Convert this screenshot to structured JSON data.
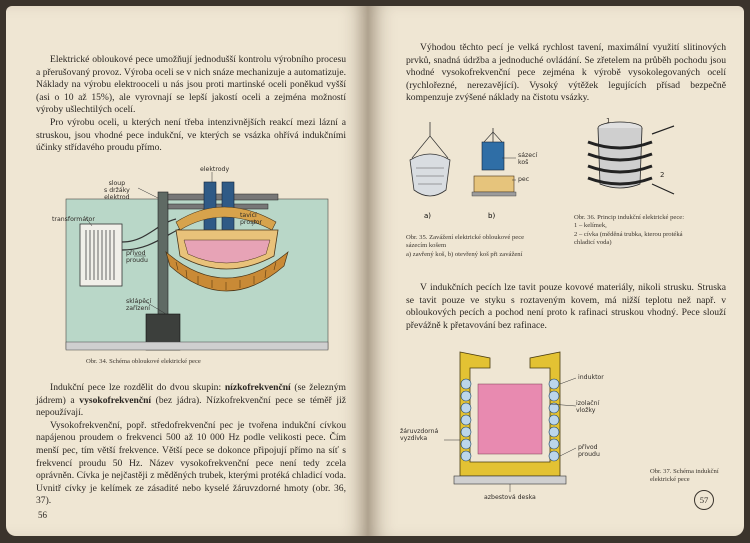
{
  "left_page": {
    "para1": "Elektrické obloukové pece umožňují jednodušší kontrolu výrobního procesu a přerušovaný provoz. Výroba oceli se v nich snáze mechanizuje a automatizuje. Náklady na výrobu elektrooceli u nás jsou proti martinské oceli poněkud vyšší (asi o 10 až 15%), ale vyrovnají se lepší jakostí oceli a zejména možností výroby ušlechtilých ocelí.",
    "para2": "Pro výrobu oceli, u kterých není třeba intenzivnějších reakcí mezi lázní a struskou, jsou vhodné pece indukční, ve kterých se vsázka ohřívá indukčními účinky střídavého proudu přímo.",
    "fig34": {
      "labels": {
        "elektrody": "elektrody",
        "sloup": "sloup\ns držáky\nelektrod",
        "transformator": "transformátor",
        "privod": "přívod\nproudu",
        "taveci": "tavicí\nprostor",
        "sklapeci": "sklápěcí\nzařízení"
      },
      "caption": "Obr. 34. Schéma obloukové elektrické pece"
    },
    "para3_pre": "Indukční pece lze rozdělit do dvou skupin: ",
    "para3_b1": "nízkofrekvenční",
    "para3_mid": " (se železným jádrem) a ",
    "para3_b2": "vysokofrekvenční",
    "para3_post": " (bez jádra). Nízkofrekvenční pece se téměř již nepoužívají.",
    "para4": "Vysokofrekvenční, popř. středofrekvenční pec je tvořena indukční cívkou napájenou proudem o frekvenci 500 až 10 000 Hz podle velikosti pece. Čím menší pec, tím větší frekvence. Větší pece se dokonce připojují přímo na síť s frekvencí proudu 50 Hz. Název vysokofrekvenční pece není tedy zcela oprávněn. Cívka je nejčastěji z měděných trubek, kterými protéká chladicí voda. Uvnitř cívky je kelímek ze zásadité nebo kyselé žáruvzdorné hmoty (obr. 36, 37).",
    "page_number": "56"
  },
  "right_page": {
    "para1": "Výhodou těchto pecí je velká rychlost tavení, maximální využití slitinových prvků, snadná údržba a jednoduché ovládání. Se zřetelem na průběh pochodu jsou vhodné vysokofrekvenční pece zejména k výrobě vysokolegovaných ocelí (rychlořezné, nerezavějící). Vysoký výtěžek legujících přísad bezpečně kompenzuje zvýšené náklady na čistotu vsázky.",
    "fig35": {
      "labels": {
        "sazeci_kos": "sázecí\nkoš",
        "pec": "pec",
        "a": "a)",
        "b": "b)"
      },
      "caption": "Obr. 35. Zavážení elektrické obloukové pece sázecím košem\na) zavřený koš, b) otevřený koš při zavážení"
    },
    "fig36": {
      "num1": "1",
      "num2": "2",
      "caption": "Obr. 36. Princip indukční elektrické pece:\n1 – kelímek,\n2 – cívka (měděná trubka, kterou protéká chladicí voda)"
    },
    "para2": "V indukčních pecích lze tavit pouze kovové materiály, nikoli strusku. Struska se tavit pouze ve styku s roztaveným kovem, má nižší teplotu než např. v obloukových pecích a pochod není proto k rafinaci struskou vhodný. Pece slouží převážně k přetavování bez rafinace.",
    "fig37": {
      "labels": {
        "induktor": "induktor",
        "izolacni": "izolační\nvložky",
        "zaruvzdorna": "žáruvzdorná\nvyzdívka",
        "privod": "přívod\nproudu",
        "azbestova": "azbestová  deska"
      },
      "caption": "Obr. 37. Schéma indukční elektrické pece"
    },
    "page_number": "57"
  }
}
